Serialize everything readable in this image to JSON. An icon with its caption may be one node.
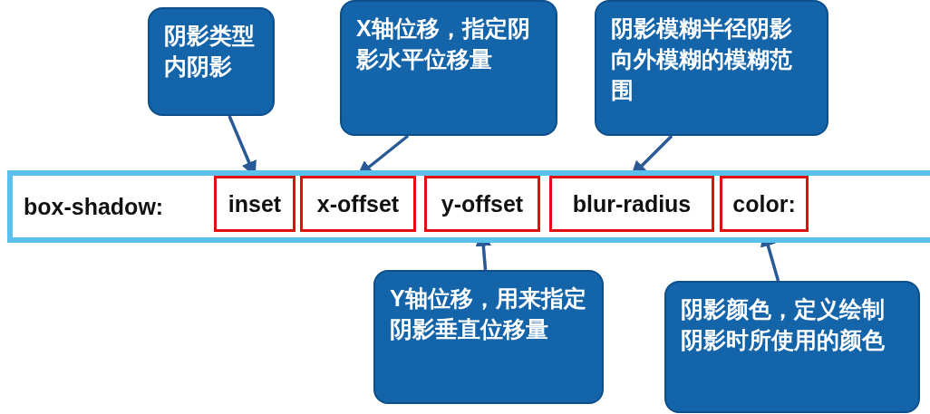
{
  "diagram": {
    "nodes": [
      {
        "text": [
          "阴影类型内阴影"
        ]
      },
      {
        "text": [
          "X轴位移，指定阴影水平位移量"
        ]
      },
      {
        "text": [
          "阴影模糊半径阴影向外模糊的模糊范围"
        ]
      },
      {
        "text": [
          "box-shadow:"
        ]
      },
      {
        "text": [
          "inset"
        ],
        "in": 3
      },
      {
        "text": [
          "x-offset"
        ],
        "in": 3
      },
      {
        "text": [
          "y-offset"
        ],
        "in": 3
      },
      {
        "text": [
          "blur-radius"
        ],
        "in": 3
      },
      {
        "text": [
          "color:"
        ],
        "in": 3
      },
      {
        "text": [
          "Y轴位移，用来指定阴影垂直位移量"
        ]
      },
      {
        "text": [
          "阴影颜色，定义绘制阴影时所使用的颜色"
        ]
      }
    ],
    "edges": [
      {
        "from": 0,
        "to": 4,
        "arrow": "to"
      },
      {
        "from": 1,
        "to": 5,
        "arrow": "to"
      },
      {
        "from": 2,
        "to": 7,
        "arrow": "to"
      },
      {
        "from": 9,
        "to": 6,
        "arrow": "to"
      },
      {
        "from": 10,
        "to": 8,
        "arrow": "to"
      }
    ]
  }
}
